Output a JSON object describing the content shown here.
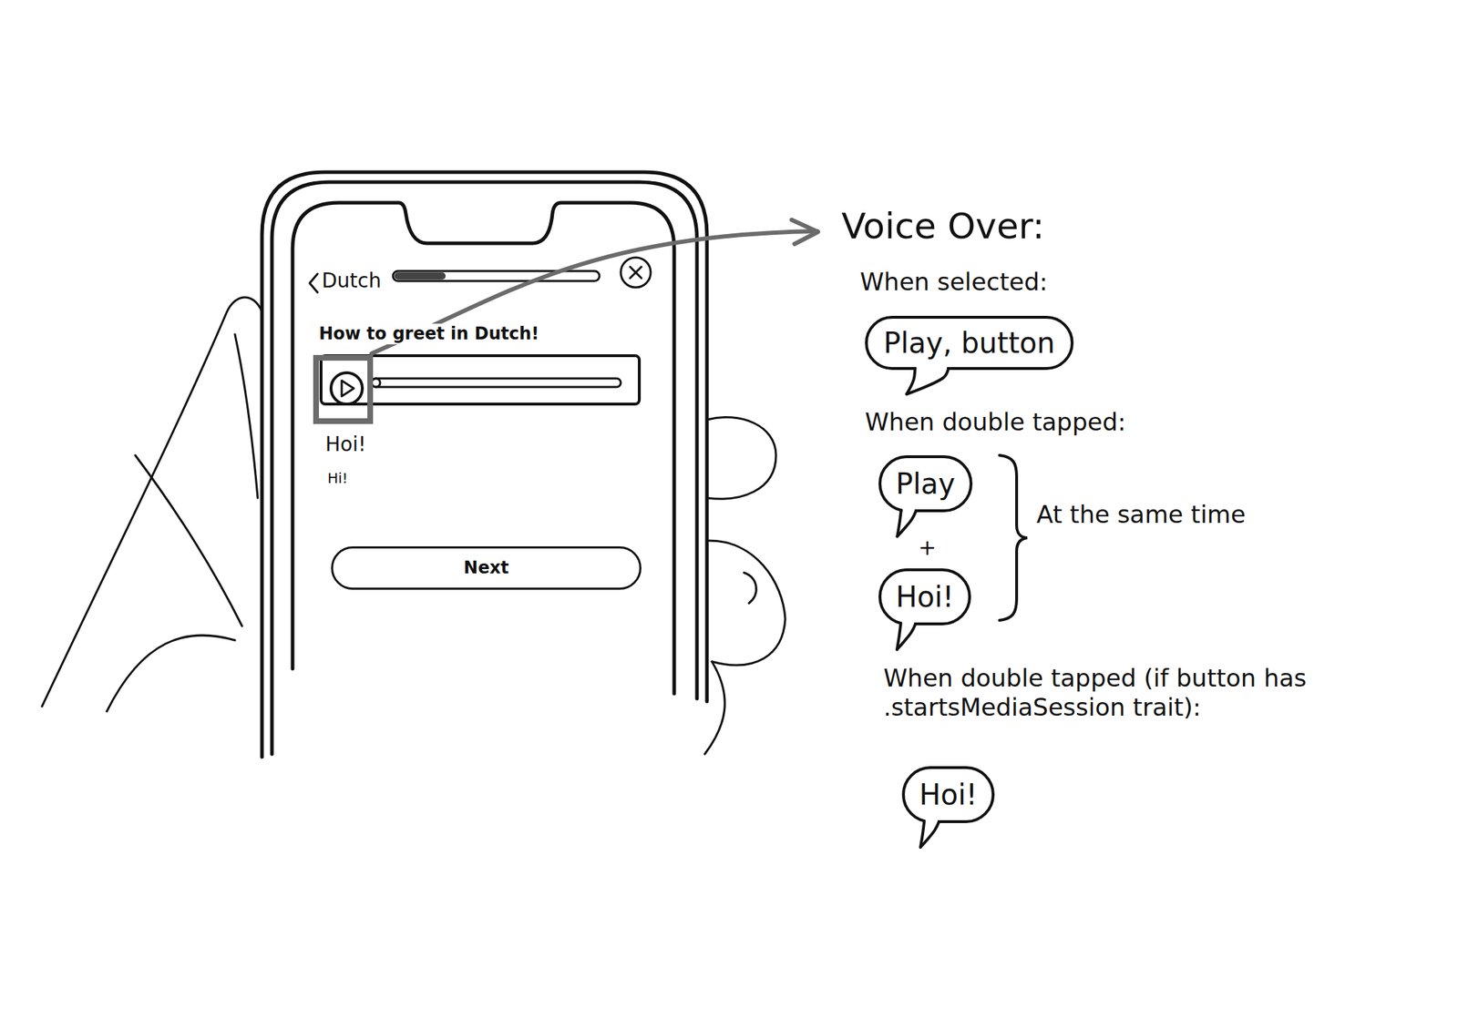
{
  "diagram": {
    "nodes": [
      {
        "text": [
          "Next"
        ]
      },
      {
        "text": [
          "Play, button"
        ]
      },
      {
        "text": [
          "Play"
        ]
      },
      {
        "text": [
          "Hoi!"
        ]
      },
      {
        "text": [
          "Hoi!"
        ]
      }
    ],
    "labels": [
      "Dutch",
      "How to greet in Dutch!",
      "Hoi!",
      "Hi!",
      "Voice Over:",
      "When selected:",
      "When double tapped:",
      "+",
      "At the same time",
      "When double tapped (if button has .startsMediaSession trait):"
    ]
  }
}
